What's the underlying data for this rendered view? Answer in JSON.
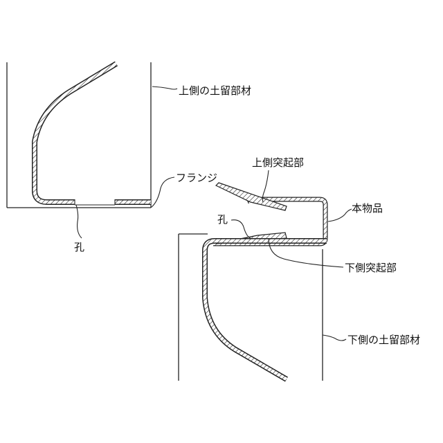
{
  "labels": {
    "upper_retaining_member": "上側の土留部材",
    "flange": "フランジ",
    "hole_upper": "孔",
    "upper_protrusion": "上側突起部",
    "main_product": "本物品",
    "hole_lower": "孔",
    "lower_protrusion": "下側突起部",
    "lower_retaining_member": "下側の土留部材"
  },
  "colors": {
    "line": "#222222",
    "background": "#ffffff"
  }
}
